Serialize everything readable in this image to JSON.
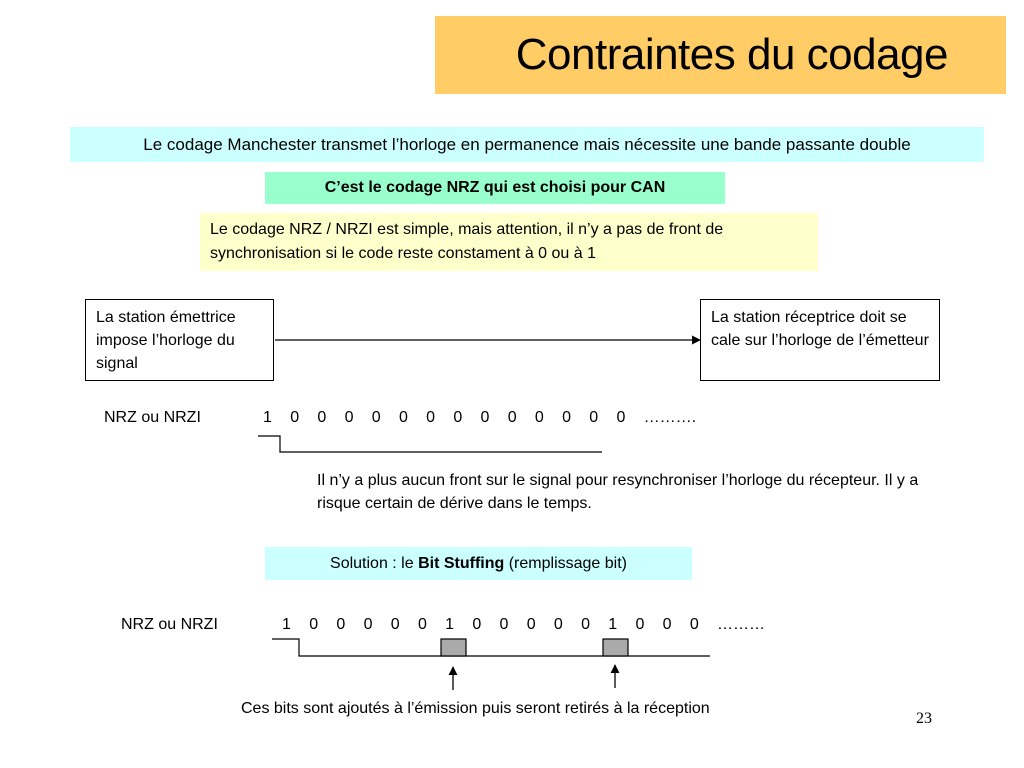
{
  "slide": {
    "title": "Contraintes du codage",
    "manchester_note": "Le codage Manchester transmet l’horloge en permanence mais nécessite une bande passante double",
    "nrz_choice": "C’est le codage NRZ qui est choisi pour CAN",
    "nrz_warning": "Le codage NRZ / NRZI est simple, mais attention, il n’y a pas de front de synchronisation si le code reste constament à 0 ou à 1",
    "sender_station": "La station émettrice impose l’horloge du signal",
    "receiver_station": "La station réceptrice doit se cale sur l’horloge de l’émetteur",
    "sequence1": {
      "label": "NRZ ou NRZI",
      "bits": [
        "1",
        "0",
        "0",
        "0",
        "0",
        "0",
        "0",
        "0",
        "0",
        "0",
        "0",
        "0",
        "0",
        "0"
      ],
      "trail": "……….",
      "explanation": "Il n’y a plus aucun front sur le signal pour resynchroniser l’horloge du récepteur. Il y a risque certain de dérive dans le temps."
    },
    "solution": {
      "prefix": "Solution : le ",
      "bold": "Bit Stuffing",
      "suffix": " (remplissage bit)"
    },
    "sequence2": {
      "label": "NRZ ou NRZI",
      "bits": [
        "1",
        "0",
        "0",
        "0",
        "0",
        "0",
        "1",
        "0",
        "0",
        "0",
        "0",
        "0",
        "1",
        "0",
        "0",
        "0"
      ],
      "trail": "………",
      "stuffed_bit_positions": [
        6,
        12
      ],
      "caption": "Ces bits sont ajoutés à l’émission puis seront retirés à la réception"
    },
    "page_number": "23"
  },
  "colors": {
    "title_bg": "#ffcc66",
    "cyan_bg": "#ccffff",
    "green_bg": "#99ffcc",
    "yellow_bg": "#ffffcc",
    "stuffed_bit_fill": "#aaaaaa"
  }
}
